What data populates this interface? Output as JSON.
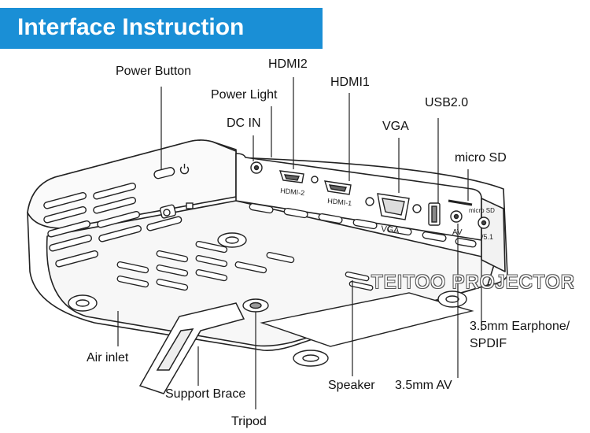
{
  "header": {
    "title": "Interface Instruction"
  },
  "labels": {
    "power_button": "Power Button",
    "power_light": "Power Light",
    "dc_in": "DC IN",
    "hdmi2": "HDMI2",
    "hdmi1": "HDMI1",
    "vga": "VGA",
    "usb": "USB2.0",
    "micro_sd": "micro SD",
    "earphone_line1": "3.5mm Earphone/",
    "earphone_line2": "SPDIF",
    "av": "3.5mm AV",
    "speaker": "Speaker",
    "tripod": "Tripod",
    "support_brace": "Support Brace",
    "air_inlet": "Air inlet"
  },
  "port_labels": {
    "hdmi2": "HDMI-2",
    "hdmi1": "HDMI-1",
    "vga": "VGA",
    "av": "AV",
    "micro_sd": "micro SD",
    "earphone": "/5.1"
  },
  "watermark": "TEITOO PROJECTOR",
  "colors": {
    "banner": "#1a8fd6",
    "line": "#222222"
  }
}
